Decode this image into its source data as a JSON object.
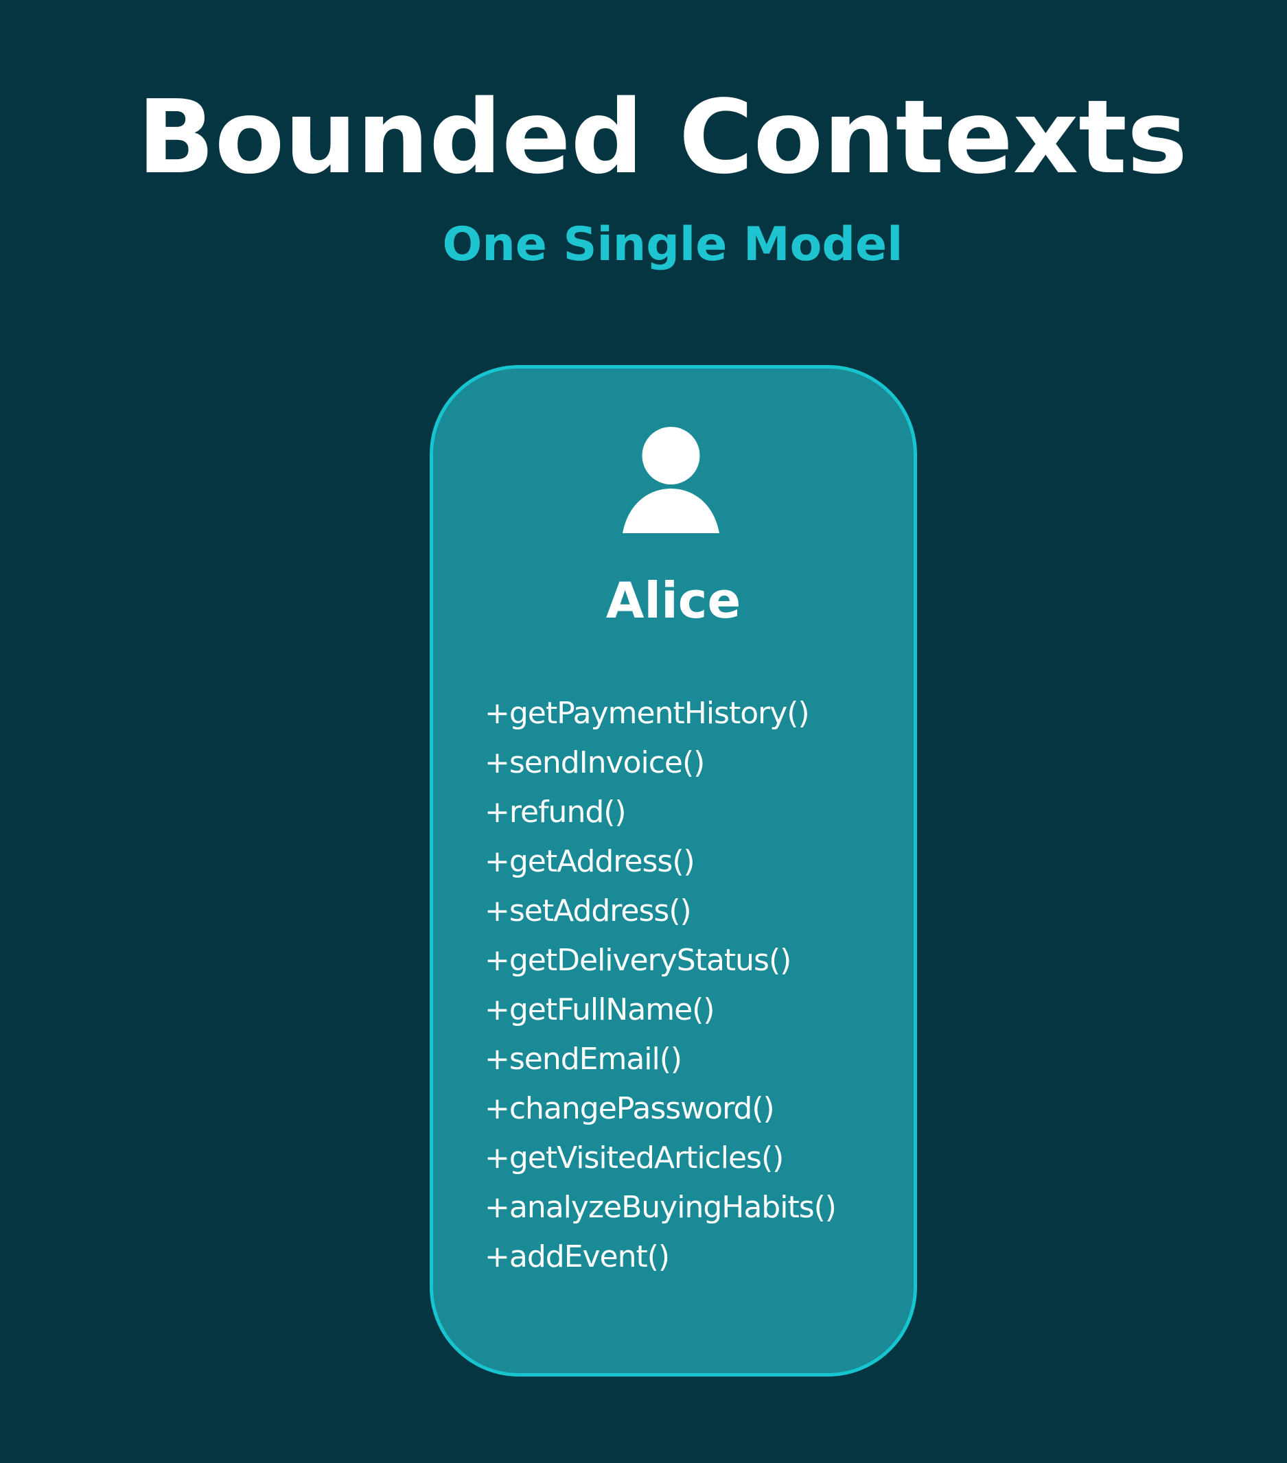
{
  "title": "Bounded Contexts",
  "subtitle": "One Single Model",
  "entity": {
    "icon": "user-icon",
    "name": "Alice",
    "methods": [
      "+getPaymentHistory()",
      "+sendInvoice()",
      "+refund()",
      "+getAddress()",
      "+setAddress()",
      "+getDeliveryStatus()",
      "+getFullName()",
      "+sendEmail()",
      "+changePassword()",
      "+getVisitedArticles()",
      "+analyzeBuyingHabits()",
      "+addEvent()"
    ]
  },
  "colors": {
    "background": "#063542",
    "accent": "#1ec4cf",
    "card_fill": "#1a8a97",
    "card_border": "#17c5d1",
    "text": "#ffffff"
  }
}
